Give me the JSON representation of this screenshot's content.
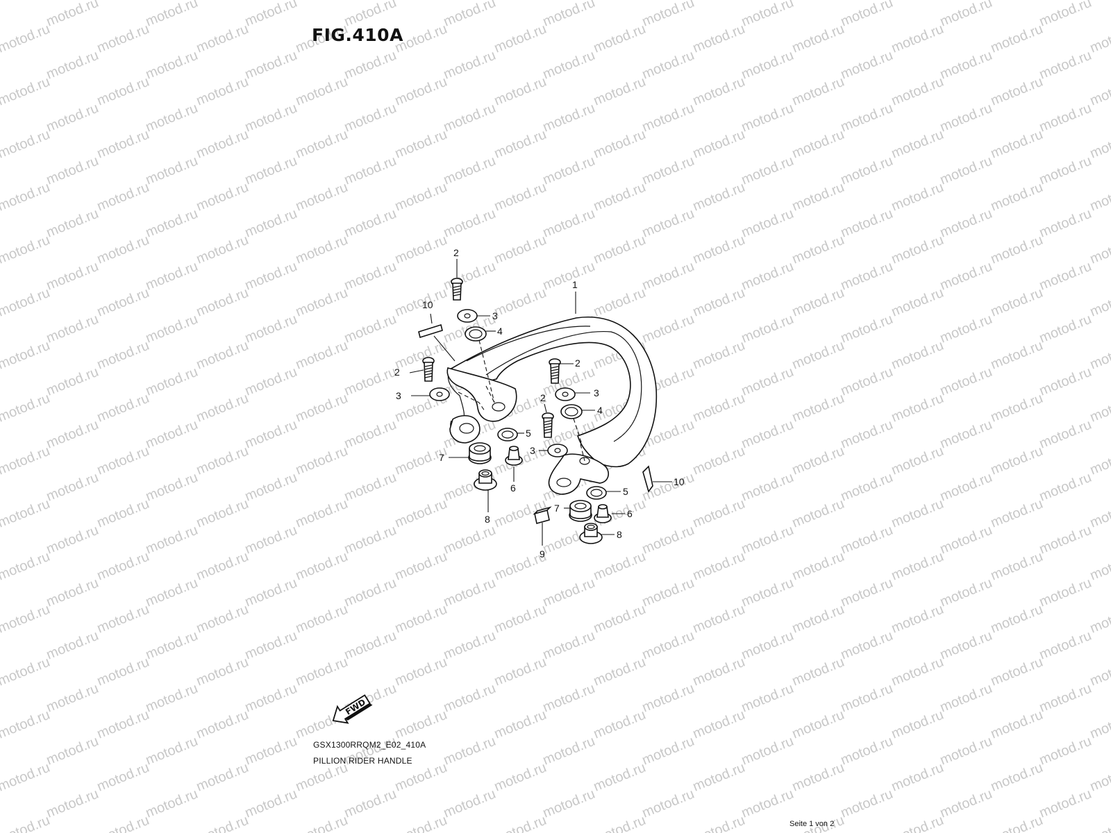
{
  "watermark": {
    "text": "motod.ru",
    "color": "#c8c8c8"
  },
  "figure": {
    "title": "FIG.410A",
    "code": "GSX1300RRQM2_E02_410A",
    "caption": "PILLION RIDER HANDLE"
  },
  "fwd_label": "FWD",
  "callouts": {
    "c1": "1",
    "c2a": "2",
    "c2b": "2",
    "c2c": "2",
    "c2d": "2",
    "c3a": "3",
    "c3b": "3",
    "c3c": "3",
    "c3d": "3",
    "c4a": "4",
    "c4b": "4",
    "c5a": "5",
    "c5b": "5",
    "c6a": "6",
    "c6b": "6",
    "c7a": "7",
    "c7b": "7",
    "c8a": "8",
    "c8b": "8",
    "c9": "9",
    "c10a": "10",
    "c10b": "10"
  },
  "pagination": "Seite 1 von 2"
}
